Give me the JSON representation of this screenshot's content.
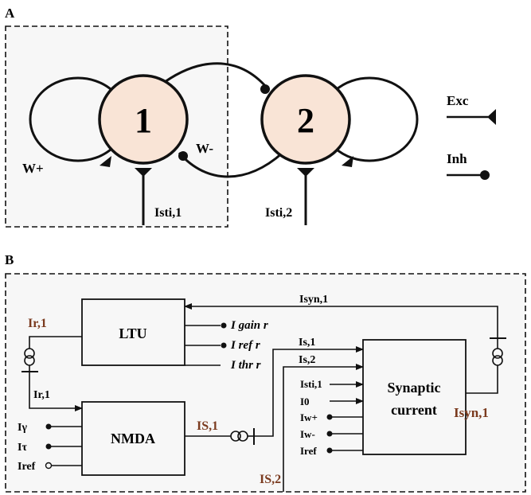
{
  "panel_a": {
    "letter": "A",
    "node_1": "1",
    "node_2": "2",
    "w_plus": "W+",
    "w_minus": "W-",
    "i_sti_1": "Isti,1",
    "i_sti_2": "Isti,2",
    "legend": {
      "exc": "Exc",
      "inh": "Inh"
    }
  },
  "panel_b": {
    "letter": "B",
    "blocks": {
      "ltu": "LTU",
      "nmda": "NMDA",
      "synaptic_1": "Synaptic",
      "synaptic_2": "current"
    },
    "labels": {
      "ir1_out": "Ir,1",
      "ir1_in": "Ir,1",
      "isyn1_top": "Isyn,1",
      "isyn1_out": "Isyn,1",
      "is1_left": "IS,1",
      "is2_bottom": "IS,2",
      "is1_in": "Is,1",
      "is2_in": "Is,2",
      "isti1": "Isti,1",
      "i0": "I0",
      "iw_plus": "Iw+",
      "iw_minus": "Iw-",
      "iref_syn": "Iref",
      "igamma": "Iγ",
      "itau": "Iτ",
      "iref_nmda": "Iref",
      "i_gain": "I gain r",
      "i_ref": "I ref r",
      "i_thr": "I thr r"
    }
  },
  "colors": {
    "node_fill": "#f9e4d6",
    "panel_a_fill": "#f7f7f7",
    "accent_label": "#7a3a1e",
    "stroke": "#111111"
  }
}
